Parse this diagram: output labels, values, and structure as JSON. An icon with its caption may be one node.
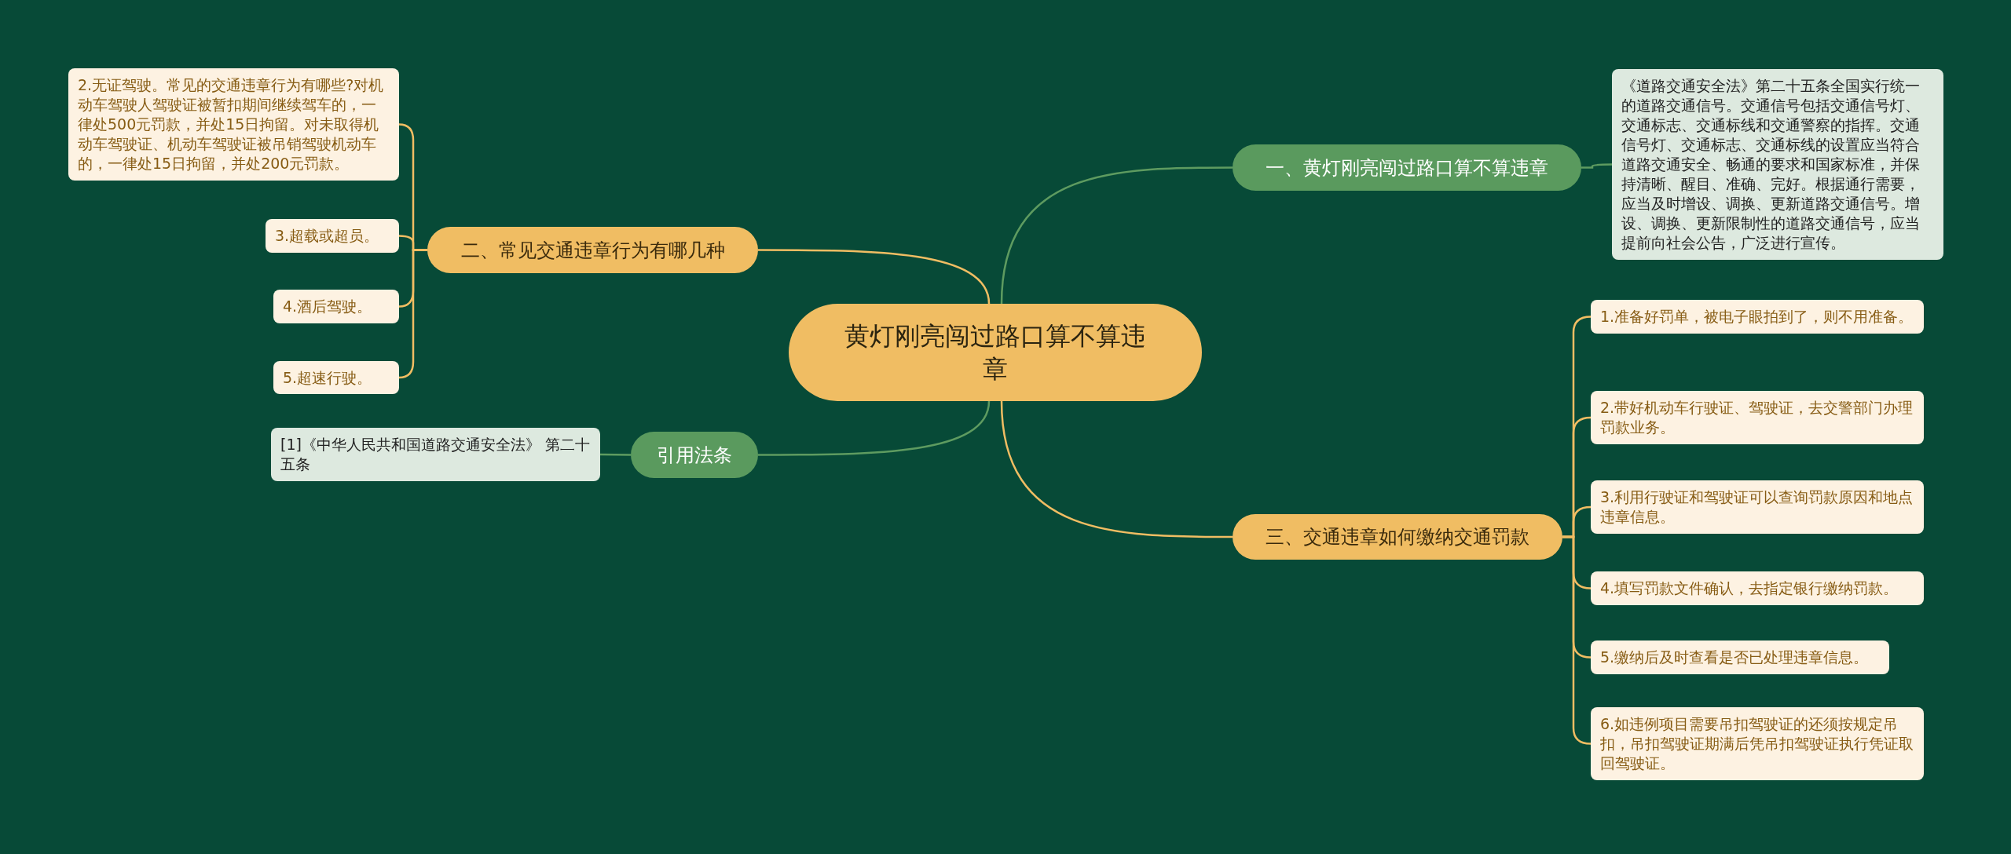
{
  "diagram": {
    "nodes": [
      {
        "text": [
          "黄灯刚亮闯过路口算不算违章"
        ]
      },
      {
        "text": [
          "一、黄灯刚亮闯过路口算不算违章"
        ]
      },
      {
        "text": [
          "《道路交通安全法》第二十五条全国实行统一的道路交通信号。交通信号包括交通信号灯、交通标志、交通标线和交通警察的指挥。交通信号灯、交通标志、交通标线的设置应当符合道路交通安全、畅通的要求和国家标准，并保持清晰、醒目、准确、完好。根据通行需要，应当及时增设、调换、更新道路交通信号。增设、调换、更新限制性的道路交通信号，应当提前向社会公告，广泛进行宣传。"
        ]
      },
      {
        "text": [
          "二、常见交通违章行为有哪几种"
        ]
      },
      {
        "text": [
          "2.无证驾驶。常见的交通违章行为有哪些?对机动车驾驶人驾驶证被暂扣期间继续驾车的，一律处500元罚款，并处15日拘留。对未取得机动车驾驶证、机动车驾驶证被吊销驾驶机动车的，一律处15日拘留，并处200元罚款。"
        ]
      },
      {
        "text": [
          "3.超载或超员。"
        ]
      },
      {
        "text": [
          "4.酒后驾驶。"
        ]
      },
      {
        "text": [
          "5.超速行驶。"
        ]
      },
      {
        "text": [
          "引用法条"
        ]
      },
      {
        "text": [
          "[1]《中华人民共和国道路交通安全法》 第二十五条"
        ]
      },
      {
        "text": [
          "三、交通违章如何缴纳交通罚款"
        ]
      },
      {
        "text": [
          "1.准备好罚单，被电子眼拍到了，则不用准备。"
        ]
      },
      {
        "text": [
          "2.带好机动车行驶证、驾驶证，去交警部门办理罚款业务。"
        ]
      },
      {
        "text": [
          "3.利用行驶证和驾驶证可以查询罚款原因和地点违章信息。"
        ]
      },
      {
        "text": [
          "4.填写罚款文件确认，去指定银行缴纳罚款。"
        ]
      },
      {
        "text": [
          "5.缴纳后及时查看是否已处理违章信息。"
        ]
      },
      {
        "text": [
          "6.如违例项目需要吊扣驾驶证的还须按规定吊扣，吊扣驾驶证期满后凭吊扣驾驶证执行凭证取回驾驶证。"
        ]
      }
    ],
    "edges": [
      {
        "from": 0,
        "to": 1,
        "arrow": "none",
        "color": "#5e9b60"
      },
      {
        "from": 1,
        "to": 2,
        "arrow": "none",
        "color": "#5e9b60"
      },
      {
        "from": 0,
        "to": 3,
        "arrow": "none"
      },
      {
        "from": 3,
        "to": 4,
        "arrow": "none"
      },
      {
        "from": 3,
        "to": 5,
        "arrow": "none"
      },
      {
        "from": 3,
        "to": 6,
        "arrow": "none"
      },
      {
        "from": 3,
        "to": 7,
        "arrow": "none"
      },
      {
        "from": 0,
        "to": 8,
        "arrow": "none",
        "color": "#5e9b60"
      },
      {
        "from": 8,
        "to": 9,
        "arrow": "none",
        "color": "#5e9b60"
      },
      {
        "from": 0,
        "to": 10,
        "arrow": "none"
      },
      {
        "from": 10,
        "to": 11,
        "arrow": "none"
      },
      {
        "from": 10,
        "to": 12,
        "arrow": "none"
      },
      {
        "from": 10,
        "to": 13,
        "arrow": "none"
      },
      {
        "from": 10,
        "to": 14,
        "arrow": "none"
      },
      {
        "from": 10,
        "to": 15,
        "arrow": "none"
      },
      {
        "from": 10,
        "to": 16,
        "arrow": "none"
      }
    ]
  }
}
